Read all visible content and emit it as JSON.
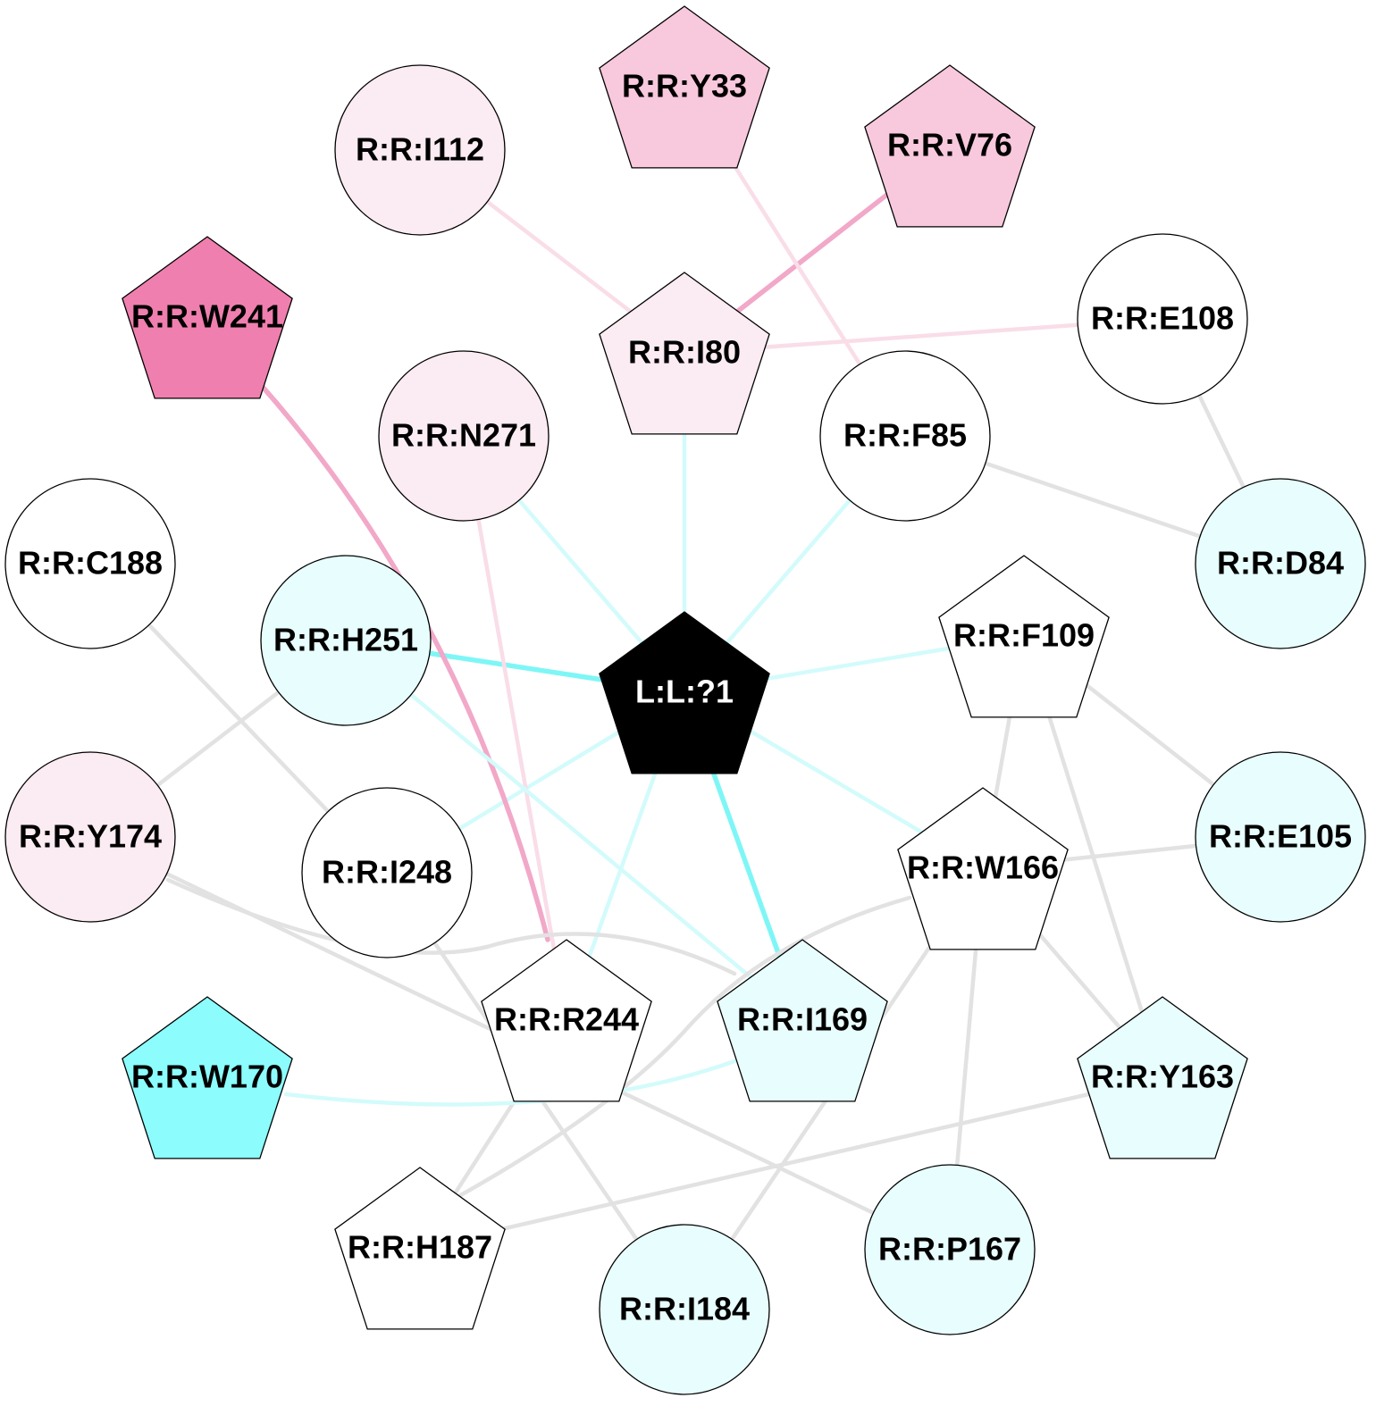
{
  "colors": {
    "cyan_strong": "#7ff6f6",
    "cyan_light": "#d3fbfb",
    "pink_strong": "#f2a8c8",
    "pink_light": "#f9dde8",
    "gray": "#e2e2e2",
    "fill_white": "#ffffff",
    "fill_cyan_light": "#e8fdfd",
    "fill_cyan_strong": "#8cfcfc",
    "fill_pink_light": "#fbebf2",
    "fill_pink_mid": "#f8c8dc",
    "fill_pink_strong": "#ef7fae",
    "fill_black": "#000000"
  },
  "nodes": [
    {
      "id": "L1",
      "label": "L:L:?1",
      "shape": "pentagon",
      "fill": "fill_black",
      "text": "#ffffff"
    },
    {
      "id": "Y33",
      "label": "R:R:Y33",
      "shape": "pentagon",
      "fill": "fill_pink_mid",
      "text": "#000000"
    },
    {
      "id": "I112",
      "label": "R:R:I112",
      "shape": "circle",
      "fill": "fill_pink_light",
      "text": "#000000"
    },
    {
      "id": "V76",
      "label": "R:R:V76",
      "shape": "pentagon",
      "fill": "fill_pink_mid",
      "text": "#000000"
    },
    {
      "id": "W241",
      "label": "R:R:W241",
      "shape": "pentagon",
      "fill": "fill_pink_strong",
      "text": "#000000"
    },
    {
      "id": "I80",
      "label": "R:R:I80",
      "shape": "pentagon",
      "fill": "fill_pink_light",
      "text": "#000000"
    },
    {
      "id": "E108",
      "label": "R:R:E108",
      "shape": "circle",
      "fill": "fill_white",
      "text": "#000000"
    },
    {
      "id": "N271",
      "label": "R:R:N271",
      "shape": "circle",
      "fill": "fill_pink_light",
      "text": "#000000"
    },
    {
      "id": "F85",
      "label": "R:R:F85",
      "shape": "circle",
      "fill": "fill_white",
      "text": "#000000"
    },
    {
      "id": "C188",
      "label": "R:R:C188",
      "shape": "circle",
      "fill": "fill_white",
      "text": "#000000"
    },
    {
      "id": "D84",
      "label": "R:R:D84",
      "shape": "circle",
      "fill": "fill_cyan_light",
      "text": "#000000"
    },
    {
      "id": "H251",
      "label": "R:R:H251",
      "shape": "circle",
      "fill": "fill_cyan_light",
      "text": "#000000"
    },
    {
      "id": "F109",
      "label": "R:R:F109",
      "shape": "pentagon",
      "fill": "fill_white",
      "text": "#000000"
    },
    {
      "id": "Y174",
      "label": "R:R:Y174",
      "shape": "circle",
      "fill": "fill_pink_light",
      "text": "#000000"
    },
    {
      "id": "I248",
      "label": "R:R:I248",
      "shape": "circle",
      "fill": "fill_white",
      "text": "#000000"
    },
    {
      "id": "W166",
      "label": "R:R:W166",
      "shape": "pentagon",
      "fill": "fill_white",
      "text": "#000000"
    },
    {
      "id": "E105",
      "label": "R:R:E105",
      "shape": "circle",
      "fill": "fill_cyan_light",
      "text": "#000000"
    },
    {
      "id": "R244",
      "label": "R:R:R244",
      "shape": "pentagon",
      "fill": "fill_white",
      "text": "#000000"
    },
    {
      "id": "I169",
      "label": "R:R:I169",
      "shape": "pentagon",
      "fill": "fill_cyan_light",
      "text": "#000000"
    },
    {
      "id": "W170",
      "label": "R:R:W170",
      "shape": "pentagon",
      "fill": "fill_cyan_strong",
      "text": "#000000"
    },
    {
      "id": "Y163",
      "label": "R:R:Y163",
      "shape": "pentagon",
      "fill": "fill_cyan_light",
      "text": "#000000"
    },
    {
      "id": "H187",
      "label": "R:R:H187",
      "shape": "pentagon",
      "fill": "fill_white",
      "text": "#000000"
    },
    {
      "id": "P167",
      "label": "R:R:P167",
      "shape": "circle",
      "fill": "fill_cyan_light",
      "text": "#000000"
    },
    {
      "id": "I184",
      "label": "R:R:I184",
      "shape": "circle",
      "fill": "fill_cyan_light",
      "text": "#000000"
    }
  ],
  "edges": [
    {
      "from": "L1",
      "to": "I80",
      "color": "cyan_light",
      "weight": "light"
    },
    {
      "from": "L1",
      "to": "N271",
      "color": "cyan_light",
      "weight": "light"
    },
    {
      "from": "L1",
      "to": "F85",
      "color": "cyan_light",
      "weight": "light"
    },
    {
      "from": "L1",
      "to": "H251",
      "color": "cyan_strong",
      "weight": "heavy"
    },
    {
      "from": "L1",
      "to": "F109",
      "color": "cyan_light",
      "weight": "light"
    },
    {
      "from": "L1",
      "to": "I248",
      "color": "cyan_light",
      "weight": "light"
    },
    {
      "from": "L1",
      "to": "W166",
      "color": "cyan_light",
      "weight": "light"
    },
    {
      "from": "L1",
      "to": "R244",
      "color": "cyan_light",
      "weight": "light"
    },
    {
      "from": "L1",
      "to": "I169",
      "color": "cyan_strong",
      "weight": "heavy"
    },
    {
      "from": "I80",
      "to": "V76",
      "color": "pink_strong",
      "weight": "heavy"
    },
    {
      "from": "I80",
      "to": "I112",
      "color": "pink_light",
      "weight": "light"
    },
    {
      "from": "I80",
      "to": "E108",
      "color": "pink_light",
      "weight": "light"
    },
    {
      "from": "Y33",
      "to": "F85",
      "color": "pink_light",
      "weight": "light"
    },
    {
      "from": "W241",
      "to": "R244",
      "color": "pink_strong",
      "weight": "heavy",
      "curve": "w241"
    },
    {
      "from": "N271",
      "to": "R244",
      "color": "pink_light",
      "weight": "light"
    },
    {
      "from": "H251",
      "to": "I169",
      "color": "cyan_light",
      "weight": "light"
    },
    {
      "from": "H251",
      "to": "Y174",
      "color": "gray",
      "weight": "light"
    },
    {
      "from": "E108",
      "to": "D84",
      "color": "gray",
      "weight": "light"
    },
    {
      "from": "F85",
      "to": "D84",
      "color": "gray",
      "weight": "light"
    },
    {
      "from": "C188",
      "to": "I248",
      "color": "gray",
      "weight": "light"
    },
    {
      "from": "F109",
      "to": "E105",
      "color": "gray",
      "weight": "light"
    },
    {
      "from": "F109",
      "to": "W166",
      "color": "gray",
      "weight": "light"
    },
    {
      "from": "F109",
      "to": "Y163",
      "color": "gray",
      "weight": "light"
    },
    {
      "from": "W166",
      "to": "E105",
      "color": "gray",
      "weight": "light"
    },
    {
      "from": "W166",
      "to": "Y163",
      "color": "gray",
      "weight": "light"
    },
    {
      "from": "W166",
      "to": "P167",
      "color": "gray",
      "weight": "light"
    },
    {
      "from": "W166",
      "to": "I184",
      "color": "gray",
      "weight": "light"
    },
    {
      "from": "W166",
      "to": "H187",
      "color": "gray",
      "weight": "light",
      "curve": "w166h187"
    },
    {
      "from": "Y174",
      "to": "I169",
      "color": "gray",
      "weight": "light",
      "curve": "y174i169"
    },
    {
      "from": "Y174",
      "to": "P167",
      "color": "gray",
      "weight": "light"
    },
    {
      "from": "I248",
      "to": "I184",
      "color": "gray",
      "weight": "light"
    },
    {
      "from": "R244",
      "to": "H187",
      "color": "gray",
      "weight": "light"
    },
    {
      "from": "W170",
      "to": "I169",
      "color": "cyan_light",
      "weight": "light",
      "curve": "w170i169"
    },
    {
      "from": "H187",
      "to": "Y163",
      "color": "gray",
      "weight": "light"
    }
  ]
}
